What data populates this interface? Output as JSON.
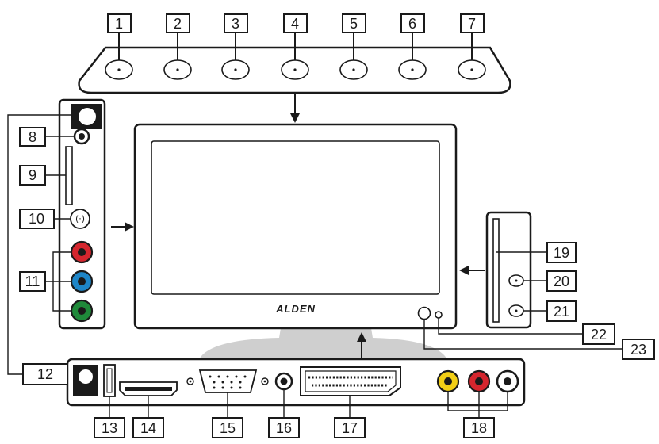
{
  "brand_name": "ALDEN",
  "colors": {
    "stroke": "#1a1a1a",
    "stand": "#cfcfcf",
    "red": "#d5262e",
    "blue": "#1e86c8",
    "green": "#1f8a3a",
    "yellow": "#f2cf16"
  },
  "labels": {
    "l1": "1",
    "l2": "2",
    "l3": "3",
    "l4": "4",
    "l5": "5",
    "l6": "6",
    "l7": "7",
    "l8": "8",
    "l9": "9",
    "l10": "10",
    "l11": "11",
    "l12": "12",
    "l13": "13",
    "l14": "14",
    "l15": "15",
    "l16": "16",
    "l17": "17",
    "l18": "18",
    "l19": "19",
    "l20": "20",
    "l21": "21",
    "l22": "22",
    "l23": "23"
  }
}
